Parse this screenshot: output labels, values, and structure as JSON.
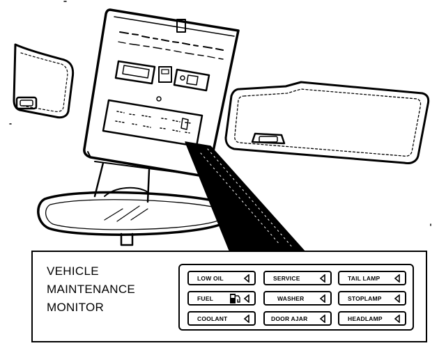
{
  "monitor": {
    "title_lines": [
      "VEHICLE",
      "MAINTENANCE",
      "MONITOR"
    ],
    "indicators": [
      [
        "LOW OIL",
        "SERVICE",
        "TAIL LAMP"
      ],
      [
        "FUEL",
        "WASHER",
        "STOPLAMP"
      ],
      [
        "COOLANT",
        "DOOR AJAR",
        "HEADLAMP"
      ]
    ]
  }
}
